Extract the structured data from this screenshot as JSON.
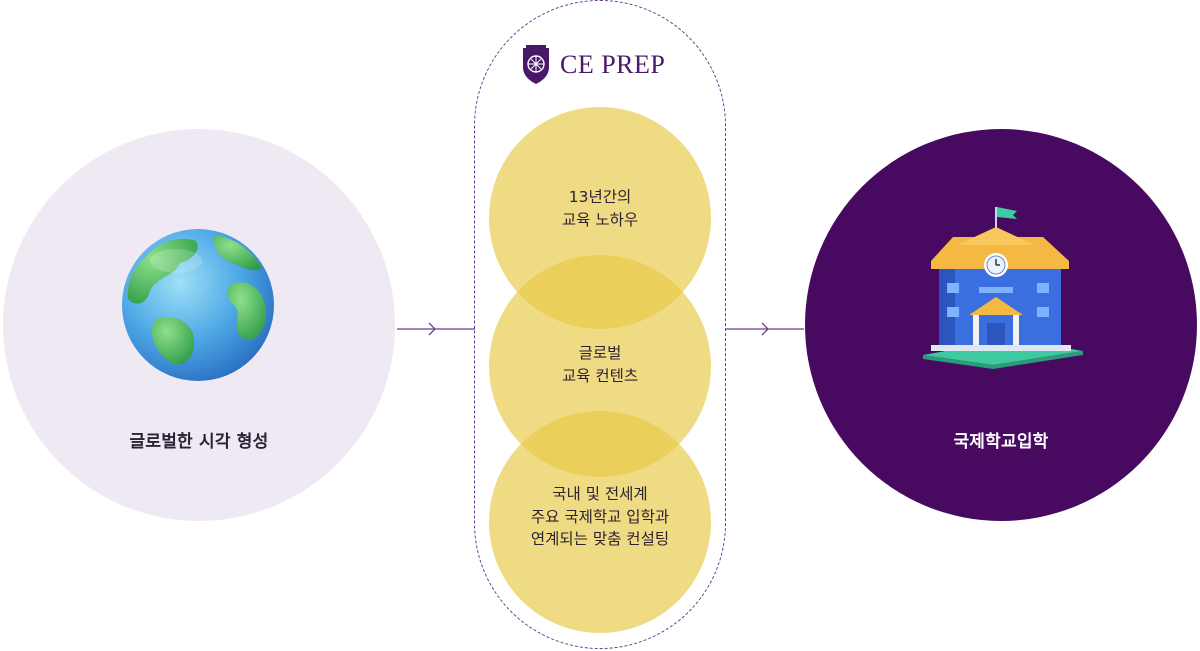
{
  "brand": {
    "name": "CE PREP",
    "logo_icon": "crest-shield-icon"
  },
  "left_node": {
    "label": "글로벌한 시각 형성",
    "icon": "globe-icon"
  },
  "right_node": {
    "label": "국제학교입학",
    "icon": "school-building-icon"
  },
  "center_steps": [
    {
      "lines": [
        "13년간의",
        "교육 노하우"
      ]
    },
    {
      "lines": [
        "글로벌",
        "교육 컨텐츠"
      ]
    },
    {
      "lines": [
        "국내 및 전세계",
        "주요 국제학교 입학과",
        "연계되는 맞춤 컨설팅"
      ]
    }
  ],
  "colors": {
    "brand_purple": "#470a60",
    "light_lavender": "#efe9f3",
    "yellow": "#e8c846"
  }
}
